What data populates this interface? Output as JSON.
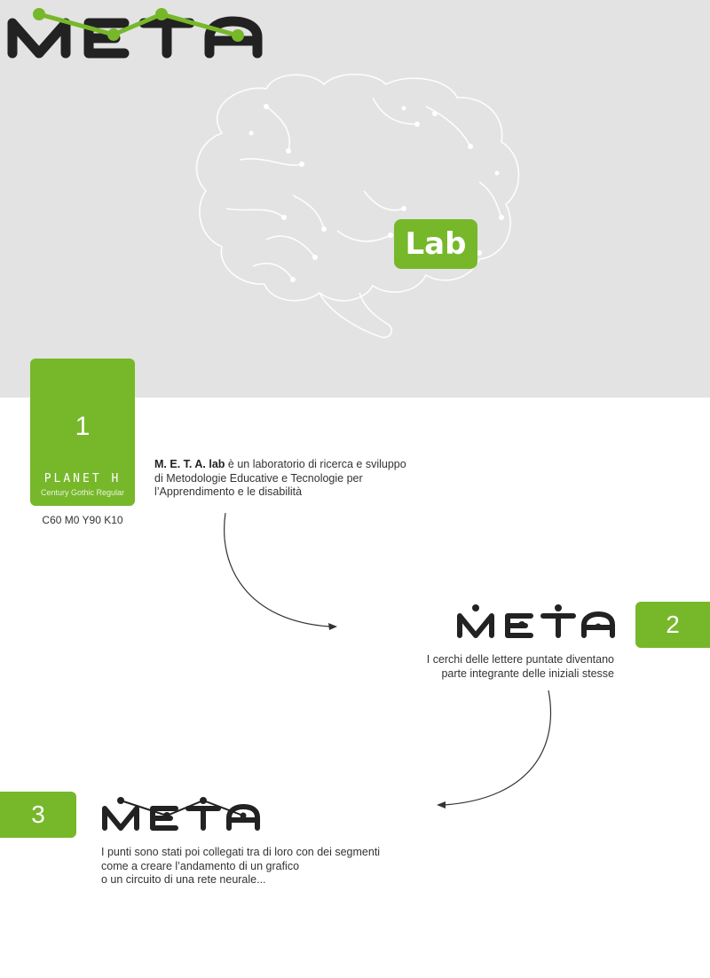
{
  "logo": {
    "wordmark": "META",
    "badge": "Lab"
  },
  "swatch": {
    "number": "1",
    "font_name": "PLANET H",
    "font_sub": "Century Gothic Regular",
    "cmyk": "C60 M0 Y90 K10",
    "color": "#76b82a"
  },
  "step1": {
    "bold": "M. E. T. A. lab",
    "line1_rest": " è un laboratorio di ricerca e sviluppo",
    "line2": "di Metodologie Educative e Tecnologie per",
    "line3": "l’Apprendimento e le disabilità"
  },
  "step2": {
    "number": "2",
    "line1": "I cerchi delle lettere puntate diventano",
    "line2": "parte integrante delle iniziali stesse"
  },
  "step3": {
    "number": "3",
    "line1": "I punti sono stati poi collegati tra di loro con dei segmenti",
    "line2": "come a creare l’andamento di un grafico",
    "line3": "o un circuito di una rete neurale..."
  },
  "colors": {
    "accent": "#76b82a",
    "hero_bg": "#e3e3e3",
    "dark": "#222222"
  }
}
